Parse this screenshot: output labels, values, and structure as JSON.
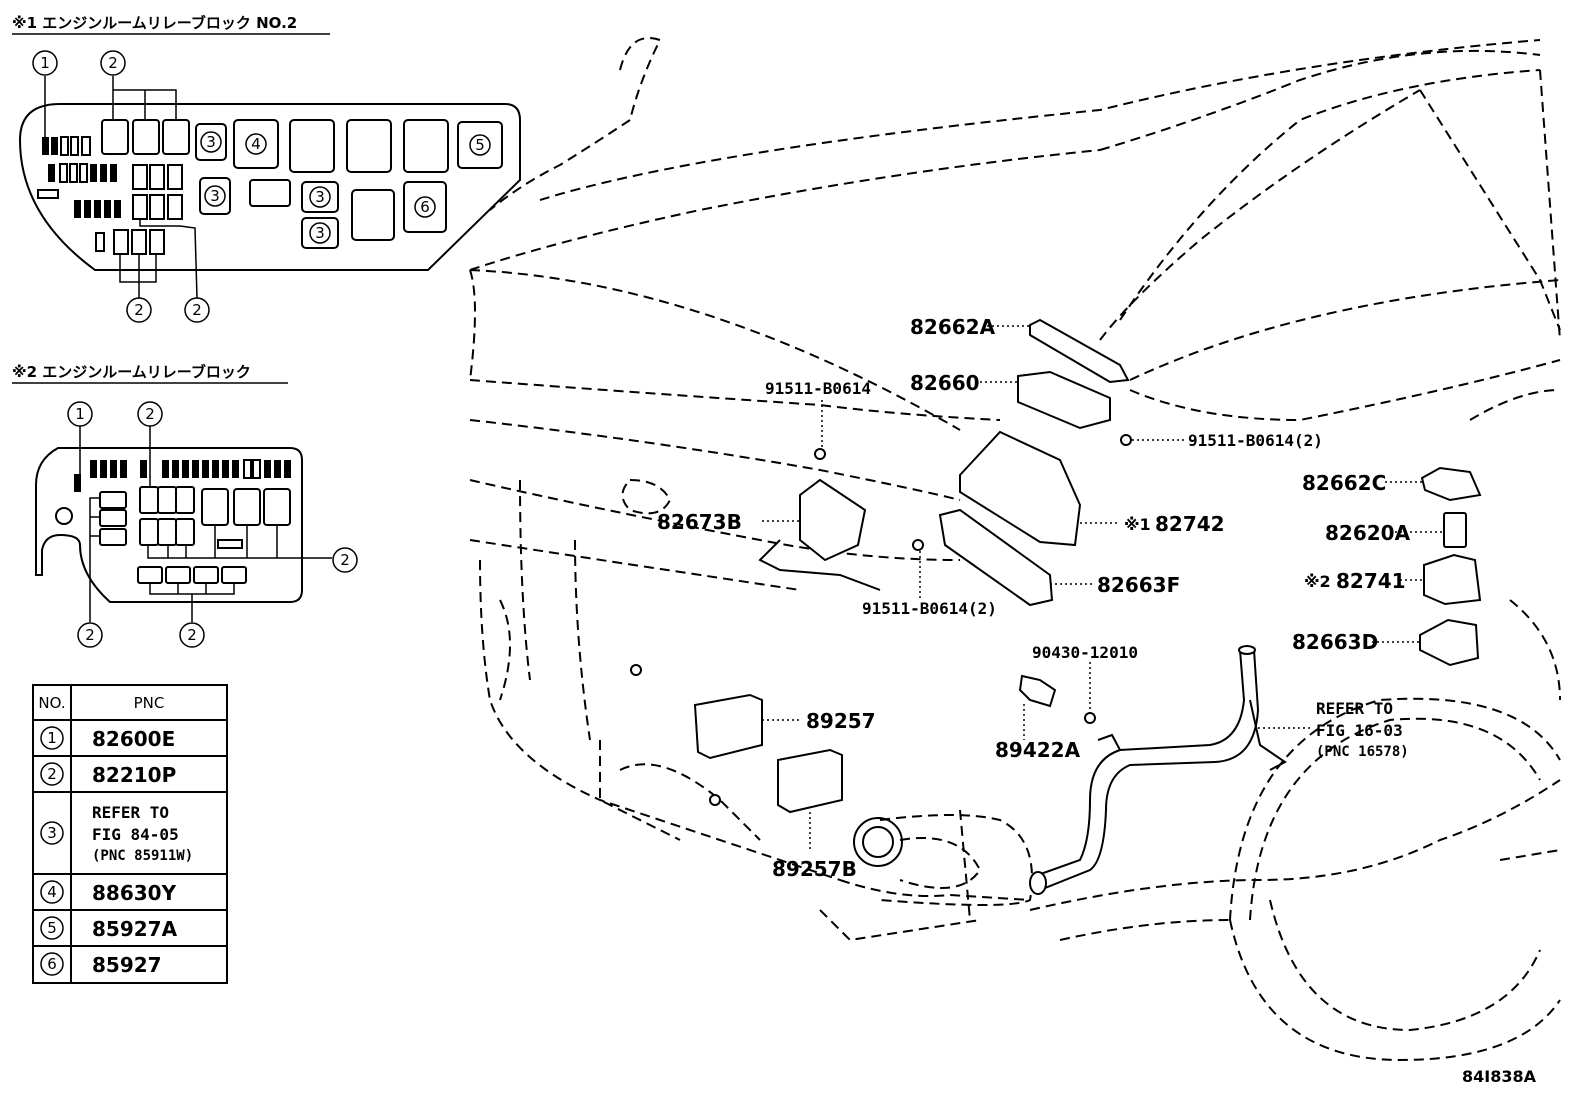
{
  "block1": {
    "title": "※1 エンジンルームリレーブロック NO.2",
    "callouts": [
      "1",
      "2",
      "2",
      "2",
      "3",
      "3",
      "3",
      "3",
      "4",
      "5",
      "6"
    ]
  },
  "block2": {
    "title": "※2 エンジンルームリレーブロック",
    "callouts": [
      "1",
      "2",
      "2",
      "2",
      "2"
    ]
  },
  "table": {
    "header_no": "NO.",
    "header_pnc": "PNC",
    "rows": [
      {
        "no": "1",
        "pnc": "82600E"
      },
      {
        "no": "2",
        "pnc": "82210P"
      },
      {
        "no": "3",
        "pnc_line1": "REFER TO",
        "pnc_line2": "FIG 84-05",
        "pnc_line3": "(PNC 85911W)"
      },
      {
        "no": "4",
        "pnc": "88630Y"
      },
      {
        "no": "5",
        "pnc": "85927A"
      },
      {
        "no": "6",
        "pnc": "85927"
      }
    ]
  },
  "labels": {
    "p82662A": "82662A",
    "p82660": "82660",
    "p91511_top": "91511-B0614",
    "p91511_right": "91511-B0614(2)",
    "p82662C": "82662C",
    "p82673B": "82673B",
    "p82742_mark": "※1",
    "p82742": "82742",
    "p82620A": "82620A",
    "p82741_mark": "※2",
    "p82741": "82741",
    "p82663F": "82663F",
    "p91511_bottom": "91511-B0614(2)",
    "p90430": "90430-12010",
    "p82663D": "82663D",
    "p89257": "89257",
    "p89422A": "89422A",
    "p89257B": "89257B",
    "refer_line1": "REFER TO",
    "refer_line2": "FIG 16-03",
    "refer_line3": "(PNC 16578)"
  },
  "footer": {
    "code": "84I838A"
  }
}
